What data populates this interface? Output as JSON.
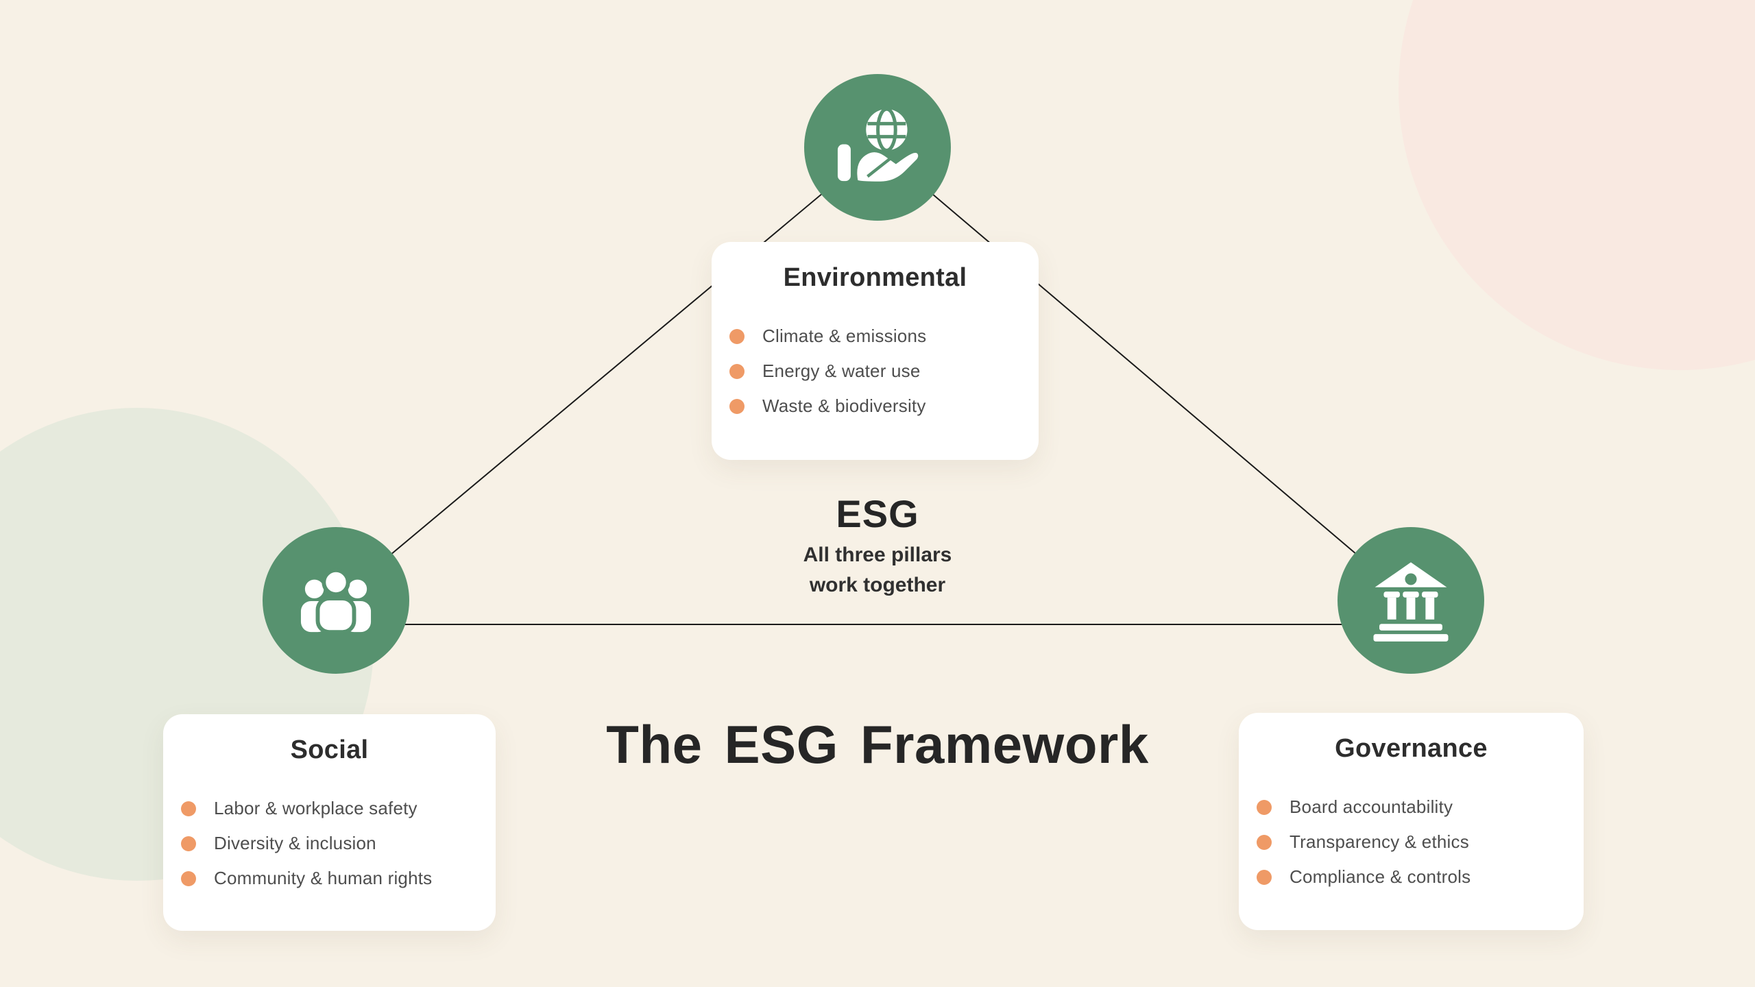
{
  "title": "The ESG Framework",
  "center": {
    "acronym": "ESG",
    "subtitle_line1": "All three pillars",
    "subtitle_line2": "work together"
  },
  "nodes": [
    {
      "id": "environmental",
      "title": "Environmental",
      "icon": "globe-in-hand-icon",
      "items": [
        "Climate & emissions",
        "Energy & water use",
        "Waste & biodiversity"
      ]
    },
    {
      "id": "social",
      "title": "Social",
      "icon": "people-group-icon",
      "items": [
        "Labor & workplace safety",
        "Diversity & inclusion",
        "Community & human rights"
      ]
    },
    {
      "id": "governance",
      "title": "Governance",
      "icon": "bank-building-icon",
      "items": [
        "Board accountability",
        "Transparency & ethics",
        "Compliance & controls"
      ]
    }
  ],
  "colors": {
    "background": "#f7f1e6",
    "node_green": "#57926F",
    "bullet_orange": "#EF9A66",
    "card_white": "#ffffff",
    "decor_pink": "#f9e9e1",
    "decor_sage": "#e6eadd",
    "connector_line": "#1b1b1b",
    "heading_text": "#2d2d2d",
    "body_text": "#4e4e4e"
  }
}
